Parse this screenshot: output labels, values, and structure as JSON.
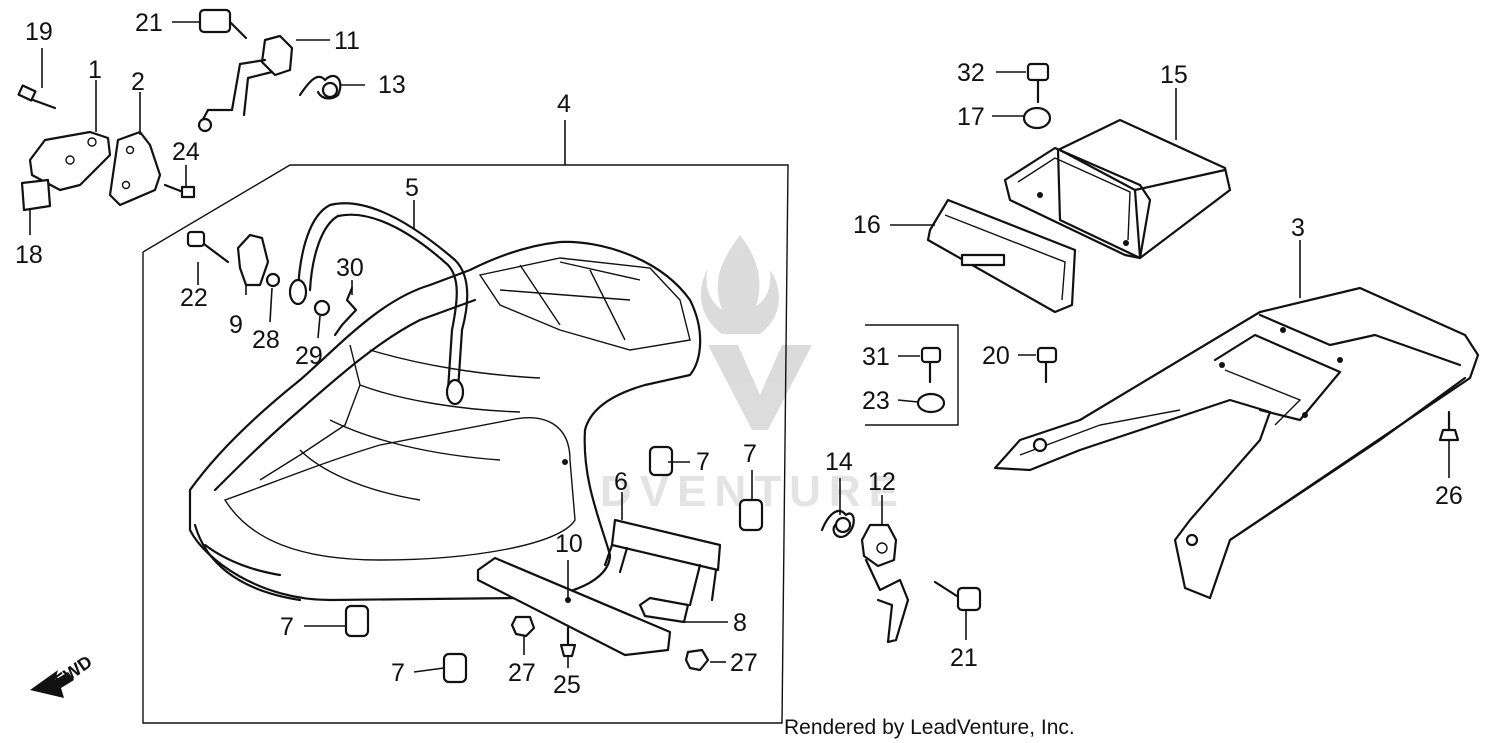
{
  "watermark": {
    "text": "LEADVENTURE"
  },
  "footer": {
    "credit": "Rendered by LeadVenture, Inc."
  },
  "fwd_label": "FWD",
  "callouts": {
    "c1": "1",
    "c2": "2",
    "c3": "3",
    "c4": "4",
    "c5": "5",
    "c6": "6",
    "c7a": "7",
    "c7b": "7",
    "c7c": "7",
    "c7d": "7",
    "c8": "8",
    "c9": "9",
    "c10": "10",
    "c11": "11",
    "c12": "12",
    "c13": "13",
    "c14": "14",
    "c15": "15",
    "c16": "16",
    "c17": "17",
    "c18": "18",
    "c19": "19",
    "c20": "20",
    "c21a": "21",
    "c21b": "21",
    "c22": "22",
    "c23": "23",
    "c24": "24",
    "c25": "25",
    "c26": "26",
    "c27a": "27",
    "c27b": "27",
    "c28": "28",
    "c29": "29",
    "c30": "30",
    "c31": "31",
    "c32": "32"
  },
  "icons": [
    "leadventure-logo-watermark",
    "fwd-arrow-icon"
  ]
}
